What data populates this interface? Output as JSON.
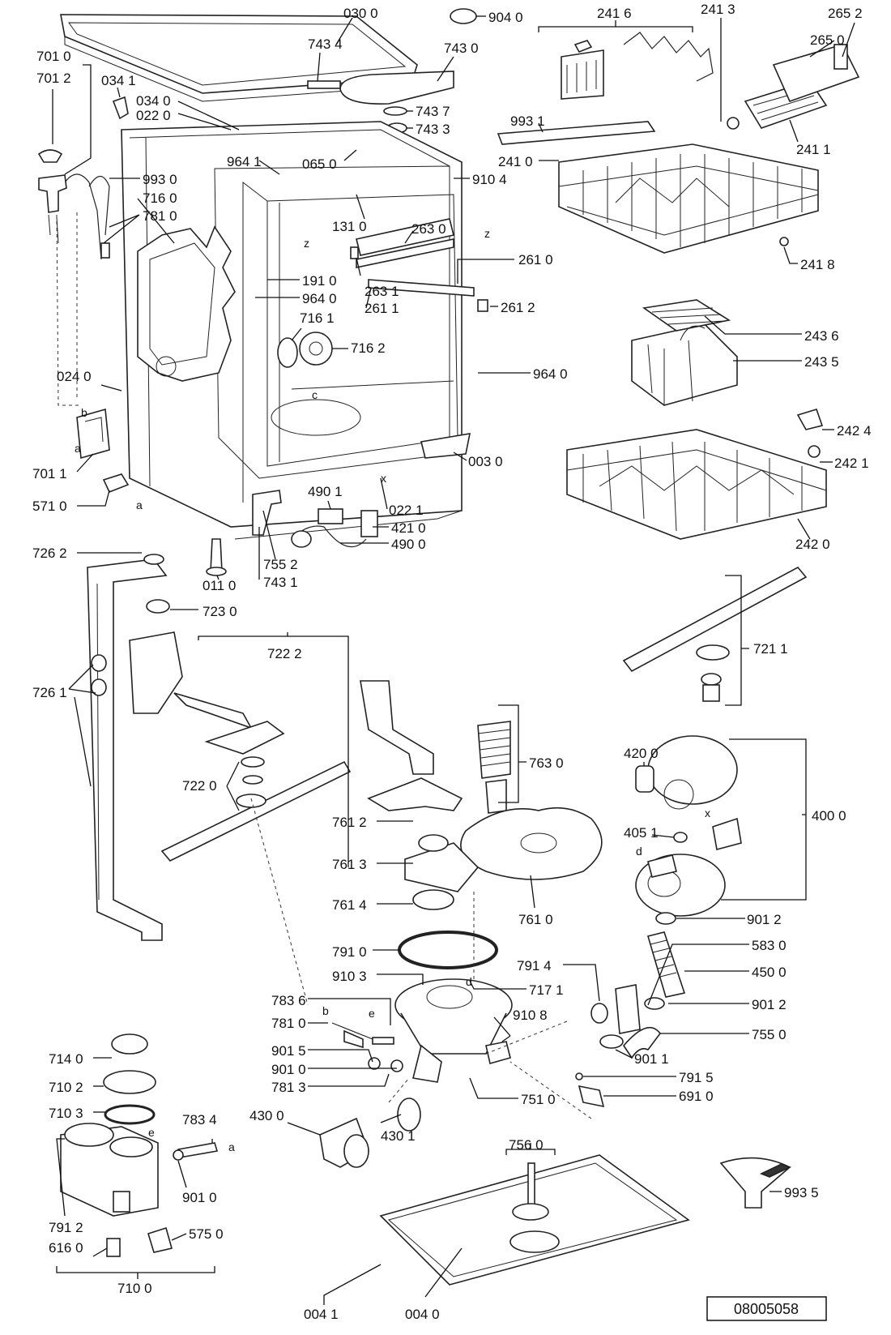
{
  "document_ref": "08005058",
  "letters": {
    "a": "a",
    "b": "b",
    "c": "c",
    "d": "d",
    "e": "e",
    "x": "x",
    "z": "z"
  },
  "labels": {
    "p0300": "030 0",
    "p9040": "904 0",
    "p2416": "241 6",
    "p2413": "241 3",
    "p2652": "265 2",
    "p7434": "743 4",
    "p7430": "743 0",
    "p2650": "265 0",
    "p7010": "701 0",
    "p7012": "701 2",
    "p0341": "034 1",
    "p0340": "034 0",
    "p0220": "022 0",
    "p7437": "743 7",
    "p7433": "743 3",
    "p9931": "993 1",
    "p2411": "241 1",
    "p2410": "241 0",
    "p9641": "964 1",
    "p0650": "065 0",
    "p9104": "910 4",
    "p9930": "993 0",
    "p7160": "716 0",
    "p7810": "781 0",
    "p1310": "131 0",
    "p2630": "263 0",
    "p2610": "261 0",
    "p2418": "241 8",
    "p1910": "191 0",
    "p2631": "263 1",
    "p9640a": "964 0",
    "p2611": "261 1",
    "p2612": "261 2",
    "p7161": "716 1",
    "p7162": "716 2",
    "p2436": "243 6",
    "p2435": "243 5",
    "p9640b": "964 0",
    "p0240": "024 0",
    "p2424": "242 4",
    "p0030": "003 0",
    "p7011": "701 1",
    "p2421": "242 1",
    "p5710": "571 0",
    "p4901": "490 1",
    "p0221": "022 1",
    "p4210": "421 0",
    "p4900": "490 0",
    "p2420": "242 0",
    "p7262": "726 2",
    "p7552": "755 2",
    "p0110": "011 0",
    "p7431": "743 1",
    "p7230": "723 0",
    "p7222": "722 2",
    "p7211": "721 1",
    "p7261": "726 1",
    "p7630": "763 0",
    "p4200": "420 0",
    "p7220": "722 0",
    "p4000": "400 0",
    "p7612": "761 2",
    "p4051": "405 1",
    "p7613": "761 3",
    "p7614": "761 4",
    "p7610": "761 0",
    "p9012a": "901 2",
    "p7910": "791 0",
    "p5830": "583 0",
    "p7914": "791 4",
    "p9103": "910 3",
    "p4500": "450 0",
    "p7171": "717 1",
    "p7836": "783 6",
    "p9108": "910 8",
    "p9012b": "901 2",
    "p7811": "781 0",
    "p7550": "755 0",
    "p9015": "901 5",
    "p9011": "901 1",
    "p9010a": "901 0",
    "p7915": "791 5",
    "p7813": "781 3",
    "p7510": "751 0",
    "p6910": "691 0",
    "p7140": "714 0",
    "p7102": "710 2",
    "p4300": "430 0",
    "p4301": "430 1",
    "p7103": "710 3",
    "p7834": "783 4",
    "p7560": "756 0",
    "p9010b": "901 0",
    "p9935": "993 5",
    "p7912": "791 2",
    "p5750": "575 0",
    "p6160": "616 0",
    "p7100": "710 0",
    "p0041": "004 1",
    "p0040": "004 0"
  }
}
